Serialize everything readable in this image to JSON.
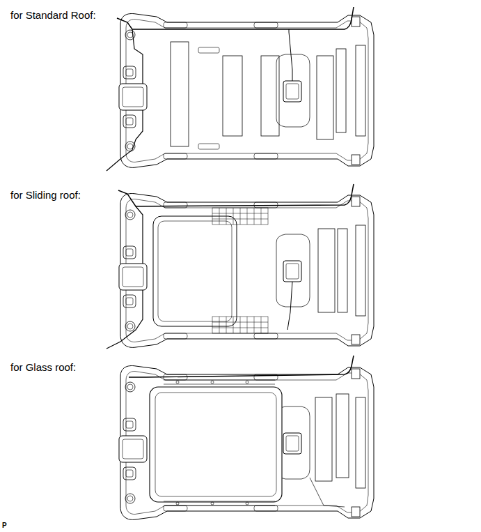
{
  "diagram": {
    "labels": [
      "for Standard Roof:",
      "for Sliding roof:",
      "for Glass roof:",
      "P"
    ]
  }
}
